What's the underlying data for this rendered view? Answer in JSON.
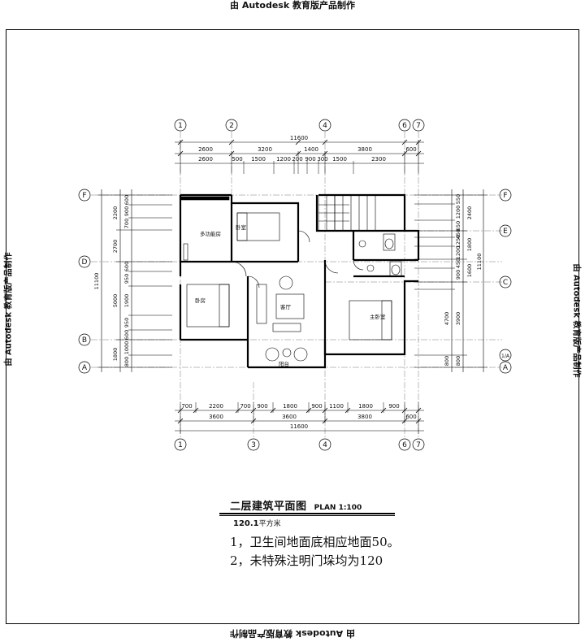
{
  "watermark": "由 Autodesk 教育版产品制作",
  "title": "二层建筑平面图",
  "scale": "PLAN 1:100",
  "area": "120.1",
  "area_unit": "平方米",
  "notes": [
    "1，卫生间地面底相应地面50。",
    "2，未特殊注明门垛均为120"
  ],
  "axes_top": [
    "1",
    "2",
    "4",
    "6",
    "7"
  ],
  "axes_bottom": [
    "1",
    "3",
    "4",
    "6",
    "7"
  ],
  "axes_left": [
    "F",
    "D",
    "B",
    "A"
  ],
  "axes_right": [
    "F",
    "E",
    "C",
    "1/A",
    "A"
  ],
  "dims_top": {
    "total": "11600",
    "row1": [
      "2600",
      "3200",
      "1400",
      "3800",
      "600"
    ],
    "row2": [
      "2600",
      "500",
      "1500",
      "1200",
      "200",
      "900",
      "300",
      "1500",
      "2300"
    ]
  },
  "dims_bottom": {
    "row1": [
      "700",
      "2200",
      "700",
      "900",
      "1800",
      "900",
      "1100",
      "1800",
      "900"
    ],
    "row2": [
      "3600",
      "3600",
      "3800",
      "600"
    ],
    "total": "11600"
  },
  "dims_left": {
    "total": "11100",
    "row1": [
      "2200",
      "2700",
      "5000",
      "1800"
    ],
    "row2": [
      "600",
      "900",
      "700",
      "600",
      "950",
      "1900",
      "950",
      "600",
      "1000",
      "800"
    ]
  },
  "dims_right": {
    "total": "11100",
    "row1": [
      "2400",
      "1800",
      "1600",
      "3900",
      "800"
    ],
    "row2": [
      "550",
      "1200",
      "650",
      "450",
      "1250",
      "1200",
      "450",
      "900",
      "4700",
      "800"
    ]
  },
  "rooms": {
    "bedroom_nw": "卧室",
    "multi": "多功能房",
    "bedroom_w": "卧房",
    "living": "客厅",
    "master": "主卧室",
    "balcony": "阳台"
  }
}
